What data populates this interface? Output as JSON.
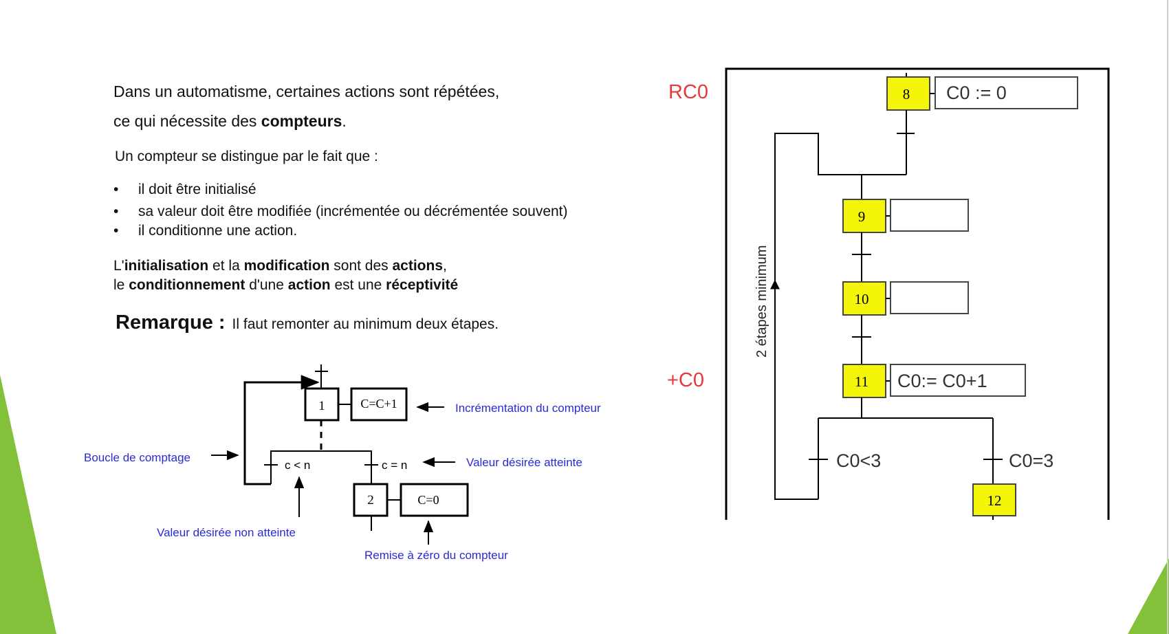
{
  "intro": {
    "line1": "Dans un automatisme, certaines actions sont répétées,",
    "line2_pre": "ce qui nécessite des ",
    "line2_bold": "compteurs",
    "line2_post": "."
  },
  "subtitle": "Un compteur se distingue par le fait que :",
  "bullets": [
    "il doit être initialisé",
    "sa valeur doit être modifiée (incrémentée ou décrémentée souvent)",
    "il conditionne une action."
  ],
  "bullet_glyph": "•",
  "para": {
    "l1": [
      "L'",
      "initialisation",
      " et la ",
      "modification",
      " sont des ",
      "actions",
      ","
    ],
    "l2": [
      "le ",
      "conditionnement",
      " d'une ",
      "action",
      " est une ",
      "réceptivité",
      ""
    ]
  },
  "remark": {
    "title": "Remarque :",
    "text": "Il faut remonter au minimum deux étapes."
  },
  "small_grafcet": {
    "step1": "1",
    "action1": "C=C+1",
    "step2": "2",
    "action2": "C=0",
    "cond_lt": "c < n",
    "cond_eq": "c = n",
    "annotations": {
      "increment": "Incrémentation du compteur",
      "loop": "Boucle de comptage",
      "reached": "Valeur désirée atteinte",
      "not_reached": "Valeur désirée non atteinte",
      "reset": "Remise à zéro du compteur"
    }
  },
  "big_grafcet": {
    "label_rc0": "RC0",
    "label_plus_c0": "+C0",
    "steps": [
      "8",
      "9",
      "10",
      "11",
      "12"
    ],
    "action8": "C0 := 0",
    "action11": "C0:= C0+1",
    "cond_lt": "C0<3",
    "cond_eq": "C0=3",
    "loop_label": "2 étapes minimum"
  },
  "colors": {
    "step_fill": "#f5f50a",
    "annotation_blue": "#2a2ad6",
    "label_red": "#e8383d",
    "accent_green": "#84c13b"
  }
}
